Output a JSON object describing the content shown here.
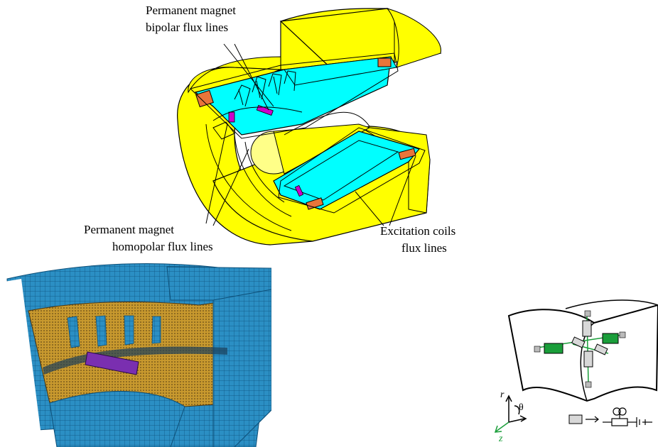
{
  "labels": {
    "pm_bipolar": [
      "Permanent magnet",
      "bipolar flux lines"
    ],
    "pm_homopolar": [
      "Permanent magnet",
      "homopolar flux lines"
    ],
    "excitation": [
      "Excitation coils",
      "flux lines"
    ]
  },
  "axes": {
    "r": "r",
    "theta": "θ",
    "z": "z"
  },
  "colors": {
    "yoke": "#ffff00",
    "lamination": "#00ffff",
    "coil": "#e8753a",
    "magnet": "#cc00cc",
    "mesh_outer": "#2b8fc4",
    "mesh_inner": "#c8992e",
    "mesh_magnet": "#7a2fb0",
    "network_green": "#1a9e3a"
  }
}
